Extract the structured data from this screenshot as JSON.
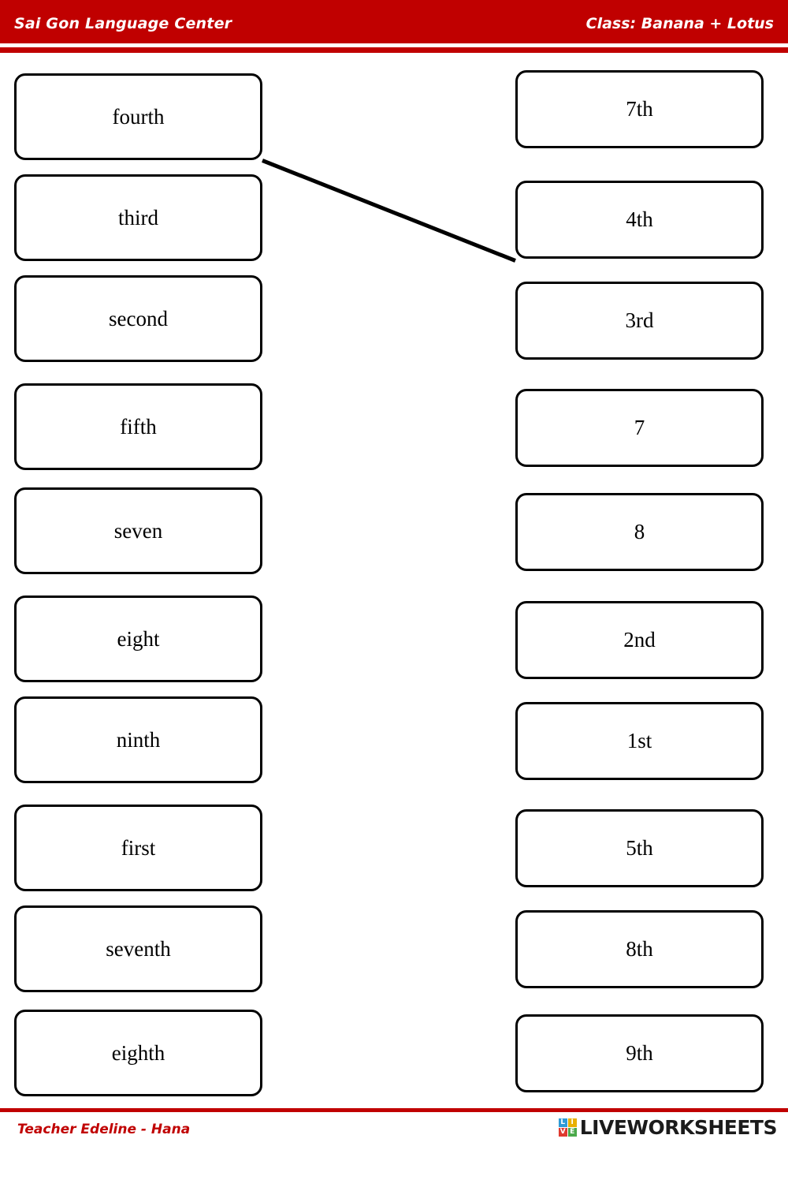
{
  "header": {
    "title": "Sai Gon Language Center",
    "class": "Class: Banana + Lotus",
    "bar_color": "#c00000"
  },
  "worksheet": {
    "left_column": [
      {
        "label": "fourth"
      },
      {
        "label": "third"
      },
      {
        "label": "second"
      },
      {
        "label": "fifth"
      },
      {
        "label": "seven"
      },
      {
        "label": "eight"
      },
      {
        "label": "ninth"
      },
      {
        "label": "first"
      },
      {
        "label": "seventh"
      },
      {
        "label": "eighth"
      }
    ],
    "right_column": [
      {
        "label": "7th"
      },
      {
        "label": "4th"
      },
      {
        "label": "3rd"
      },
      {
        "label": "7"
      },
      {
        "label": "8"
      },
      {
        "label": "2nd"
      },
      {
        "label": "1st"
      },
      {
        "label": "5th"
      },
      {
        "label": "8th"
      },
      {
        "label": "9th"
      }
    ],
    "connections": [
      {
        "from": "fourth",
        "to": "4th"
      }
    ]
  },
  "footer": {
    "teacher": "Teacher Edeline - Hana",
    "brand": "LIVEWORKSHEETS",
    "brand_logo_letters": [
      "L",
      "I",
      "V",
      "E"
    ],
    "rule_color": "#c00000"
  }
}
